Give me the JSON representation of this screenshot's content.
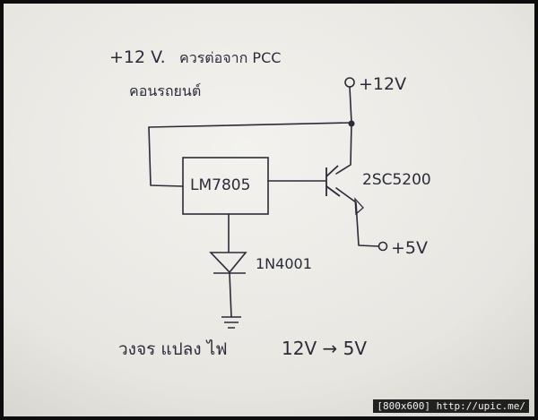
{
  "notes": {
    "line1_prefix": "+12 V.",
    "line1_thai": "ควรต่อจาก PCC",
    "line2_thai": "คอนรถยนต์",
    "caption_thai": "วงจร แปลง ไฟ",
    "caption_conversion": "12V → 5V"
  },
  "labels": {
    "input_voltage": "+12V",
    "regulator": "LM7805",
    "transistor": "2SC5200",
    "diode": "1N4001",
    "output_voltage": "+5V"
  },
  "watermark": "[800x600] http://upic.me/",
  "colors": {
    "ink": "#2b2b3a",
    "paper_light": "#f1f0ec",
    "paper_shadow": "#d9d7d1"
  }
}
